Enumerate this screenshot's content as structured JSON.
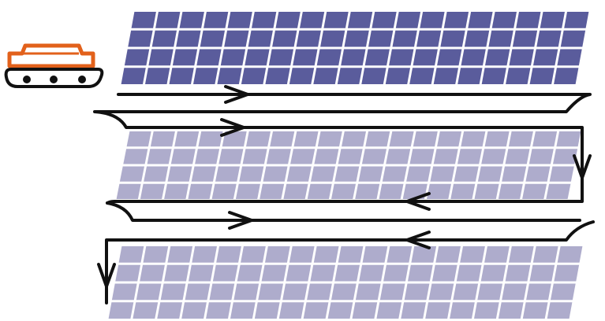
{
  "colors": {
    "panel_cleaned": "#5a5c9c",
    "panel_uncleaned": "#aeaccc",
    "grid_line": "#ffffff",
    "path": "#111111",
    "robot": "#e2611b"
  },
  "icons": {
    "robot": "cleaning-robot-icon",
    "arrow": "arrow-icon"
  },
  "panel_rows": [
    {
      "name": "panel-row-top",
      "state": "cleaned"
    },
    {
      "name": "panel-row-middle",
      "state": "uncleaned"
    },
    {
      "name": "panel-row-bottom",
      "state": "uncleaned"
    }
  ],
  "path_directions": [
    "right",
    "right",
    "down",
    "left",
    "right",
    "left",
    "down"
  ]
}
